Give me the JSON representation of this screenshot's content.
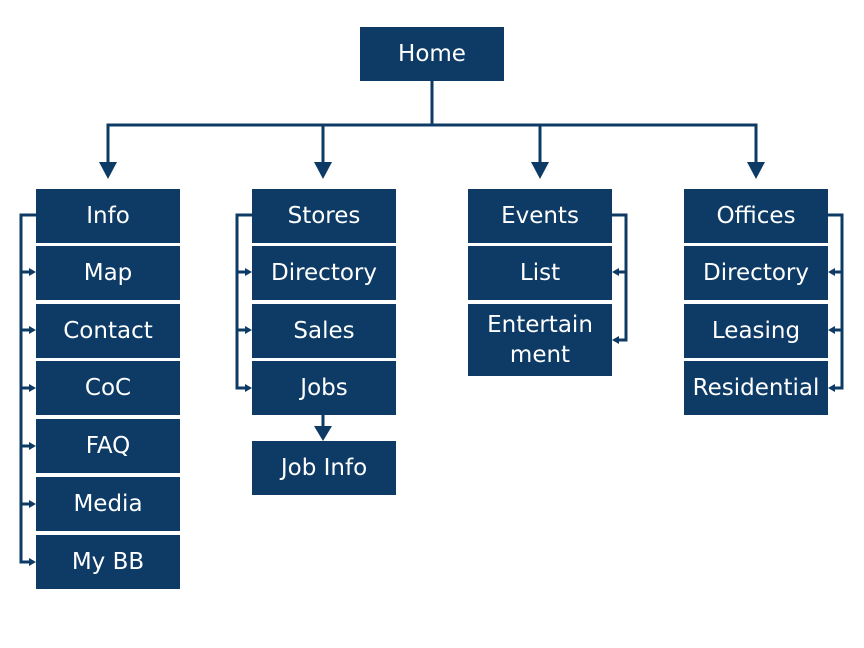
{
  "colors": {
    "node_fill": "#0d3b66",
    "node_text": "#ffffff",
    "connector": "#0d3b66",
    "background": "#ffffff"
  },
  "root": {
    "label": "Home"
  },
  "info": {
    "label": "Info",
    "children": [
      "Map",
      "Contact",
      "CoC",
      "FAQ",
      "Media",
      "My BB"
    ]
  },
  "stores": {
    "label": "Stores",
    "children": [
      "Directory",
      "Sales",
      "Jobs"
    ],
    "jobs_child": "Job Info"
  },
  "events": {
    "label": "Events",
    "children": [
      "List",
      "Entertain ment"
    ]
  },
  "offices": {
    "label": "Offices",
    "children": [
      "Directory",
      "Leasing",
      "Residential"
    ]
  }
}
